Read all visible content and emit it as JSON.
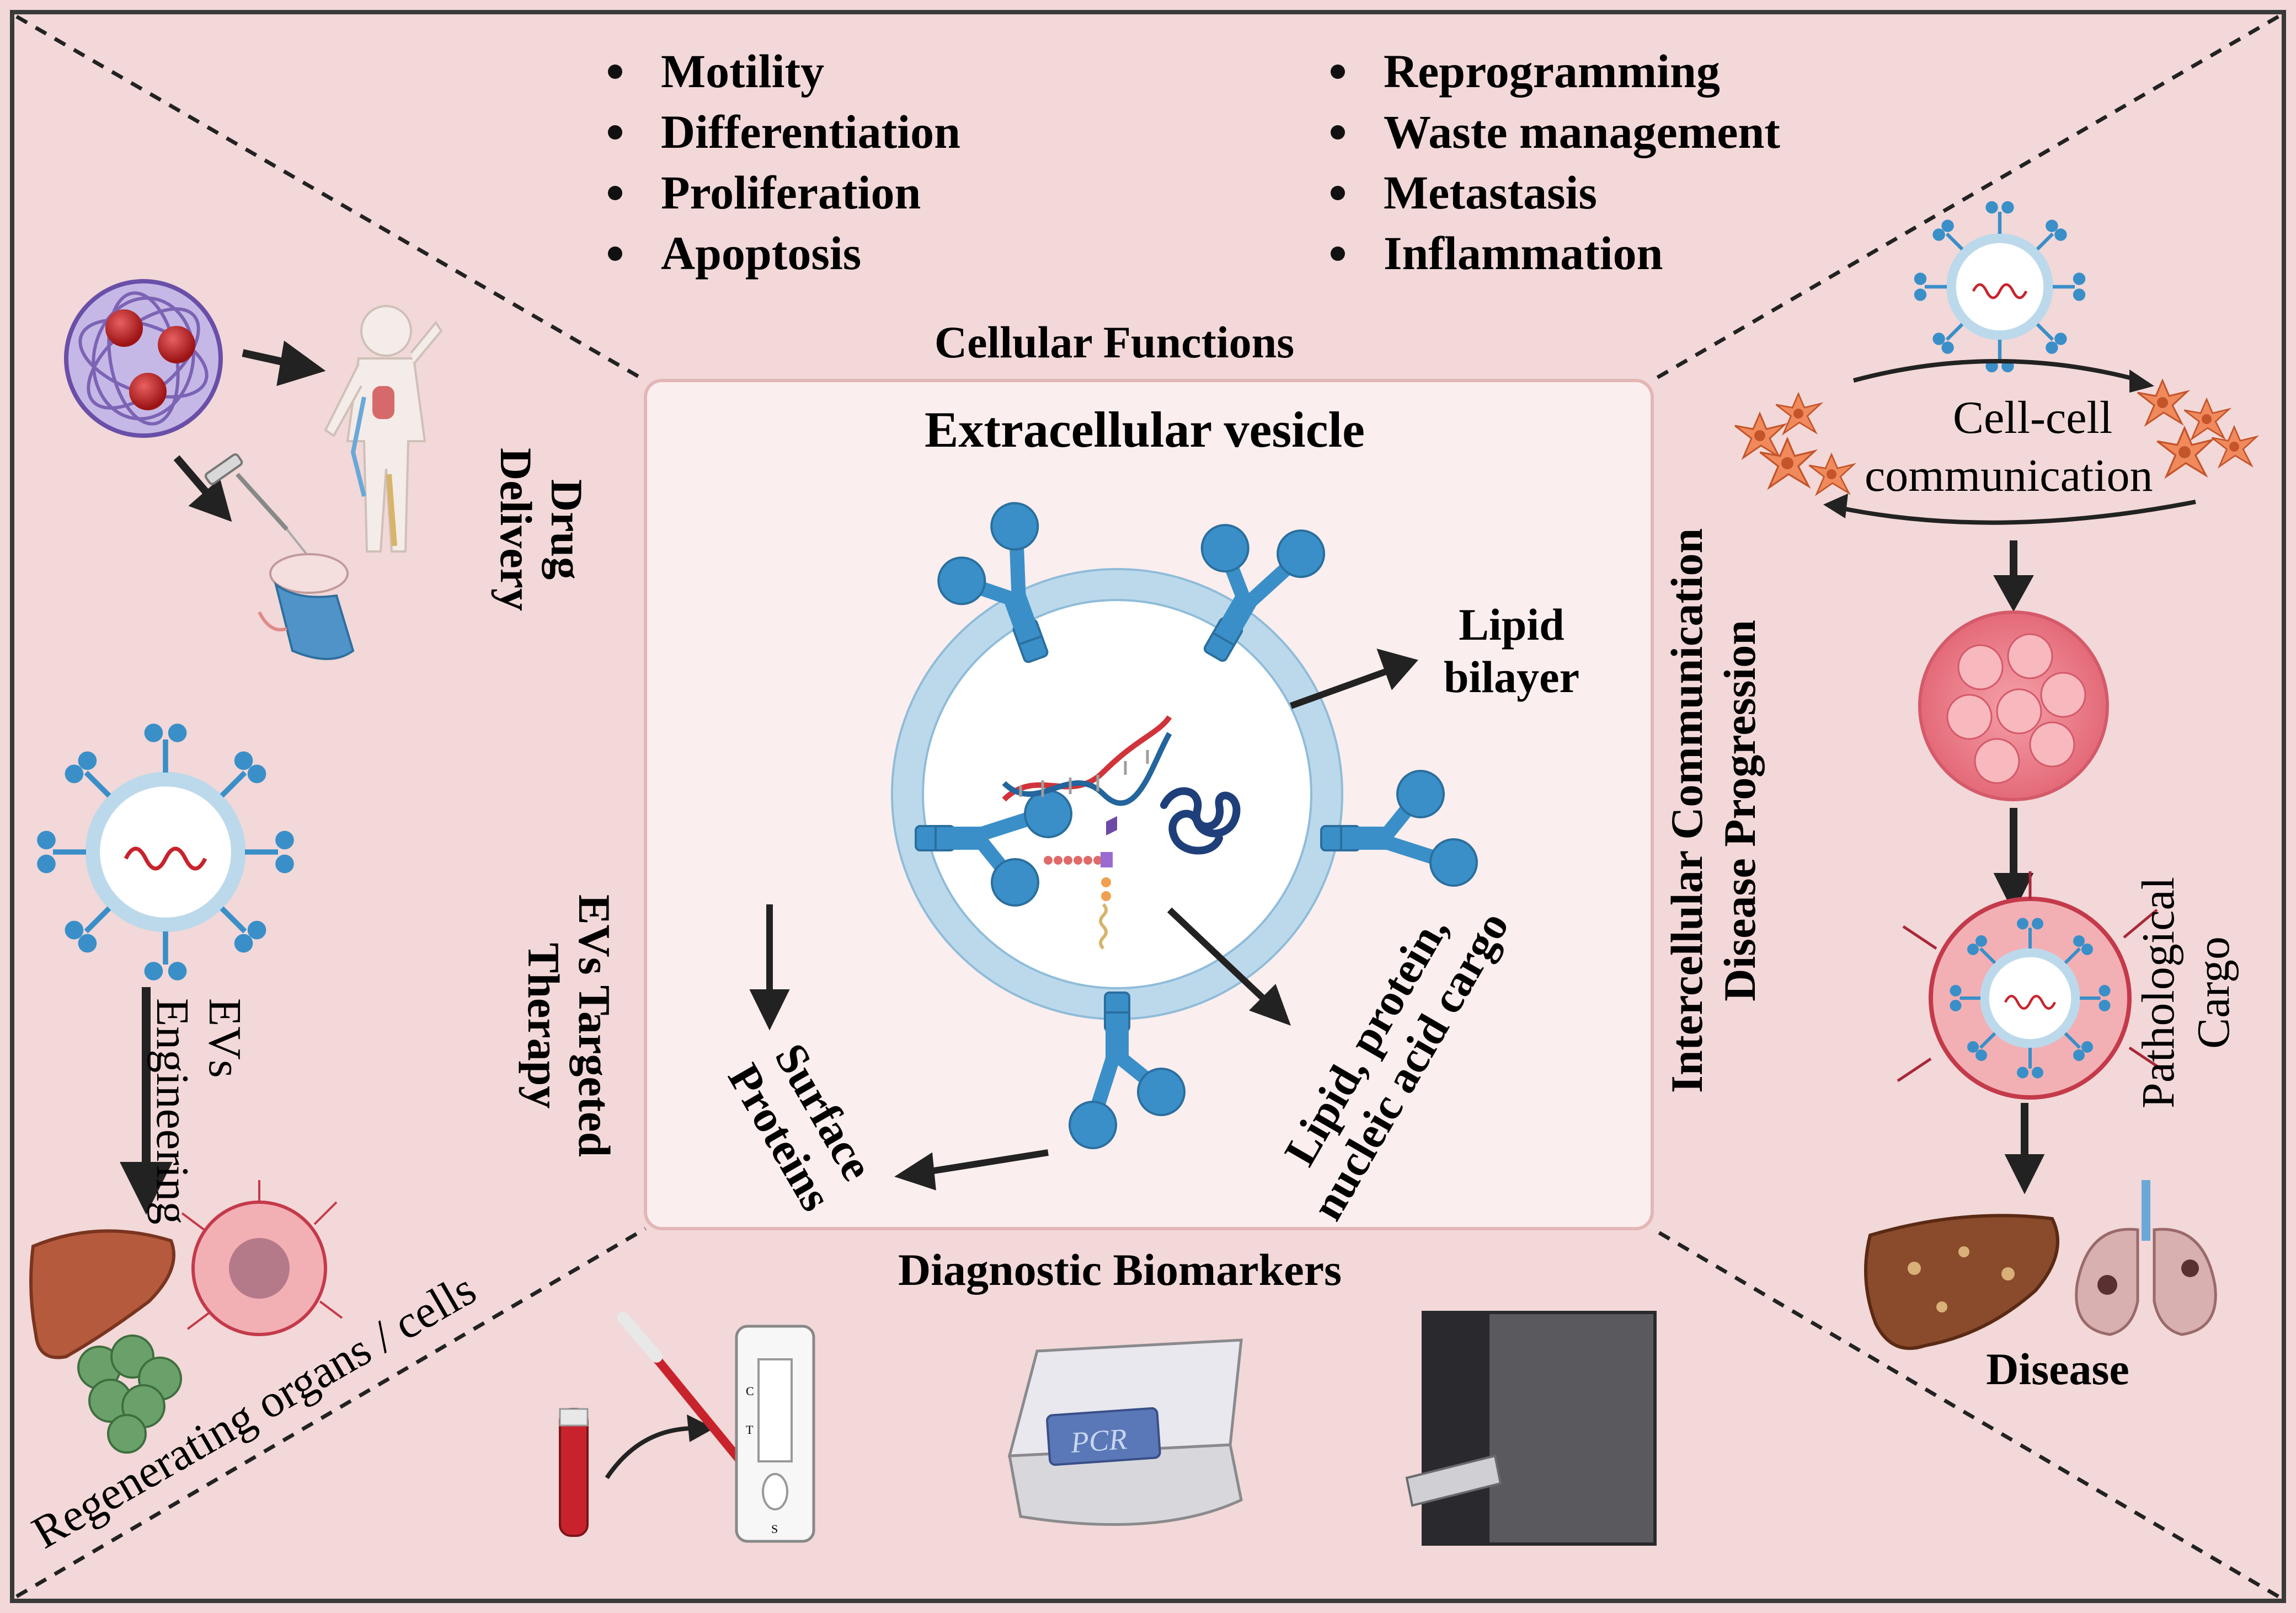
{
  "cellular_functions": {
    "heading": "Cellular Functions",
    "left_list": [
      "Motility",
      "Differentiation",
      "Proliferation",
      "Apoptosis"
    ],
    "right_list": [
      "Reprogramming",
      "Waste management",
      "Metastasis",
      "Inflammation"
    ]
  },
  "center": {
    "title": "Extracellular vesicle",
    "lipid_bilayer": [
      "Lipid",
      "bilayer"
    ],
    "cargo": [
      "Lipid, protein,",
      "nucleic acid cargo"
    ],
    "surface_proteins": [
      "Surface",
      "Proteins"
    ]
  },
  "left_panel": {
    "drug_delivery": [
      "Drug",
      "Delivery"
    ],
    "evs_targeted_therapy": [
      "EVs Targeted",
      "Therapy"
    ],
    "evs_engineering": [
      "EVs",
      "Engineering"
    ],
    "regenerating": "Regenerating organs / cells"
  },
  "right_panel": {
    "intercellular": [
      "Intercellular Communication",
      "Disease Progression"
    ],
    "cell_cell": [
      "Cell-cell",
      "communication"
    ],
    "pathological_cargo": [
      "Pathological",
      "Cargo"
    ],
    "disease": "Disease"
  },
  "bottom_panel": {
    "heading": "Diagnostic Biomarkers",
    "pcr_label": "PCR",
    "strip_marks": [
      "C",
      "T",
      "S"
    ]
  },
  "colors": {
    "background": "#f2d8d8",
    "center_box": "#fbeeee",
    "ev_blue": "#3a8fc8",
    "membrane": "#bcd9ec",
    "dna_red": "#d0343a",
    "dna_blue": "#23659c"
  }
}
